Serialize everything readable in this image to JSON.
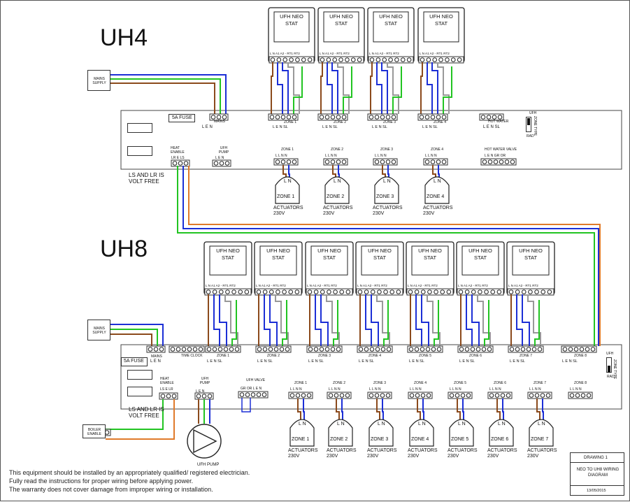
{
  "uh4": {
    "title": "UH4",
    "fuse": "5A FUSE",
    "mains_supply": "MAINS SUPPLY",
    "mains_terminal": "MAINS",
    "mains_pins": "L   E   N",
    "heat_enable": "HEAT ENABLE",
    "heat_enable_pins": "LR   E   LS",
    "ufh_pump": "UFH PUMP",
    "ufh_pump_pins": "L   E   N",
    "ls_lr_note": "LS AND LR IS VOLT FREE",
    "hot_water": "HOT WATER",
    "hot_water_pins": "L   E   N   SL",
    "hot_water_valve": "HOT WATER VALVE",
    "hot_water_valve_pins": "L   E   N   GR   OR",
    "stat_label": "UFH NEO STAT",
    "stat_pins": "L  N  A1  A2  -  RT1 RT2",
    "zone_block_pins": "L   E   N   SL",
    "actuator_pins": "L  L  N  N",
    "actuator_ln": "L N",
    "actuators_label": "ACTUATORS 230V",
    "zones": [
      "ZONE 1",
      "ZONE 2",
      "ZONE 3",
      "ZONE 4"
    ],
    "zone_type": "ZONE TYPE",
    "ufh": "UFH",
    "rad": "RAD"
  },
  "uh8": {
    "title": "UH8",
    "fuse": "5A FUSE",
    "mains_supply": "MAINS SUPPLY",
    "mains_terminal": "MAINS",
    "mains_pins": "L   E   N",
    "timeclock": "TIME CLOCK",
    "heat_enable": "HEAT ENABLE",
    "heat_enable_pins": "LS   E   LR",
    "ufh_pump": "UFH PUMP",
    "ufh_pump_pins": "L   E   N",
    "ufh_valve": "UFH VALVE",
    "ufh_valve_pins": "GR  OR  L  E  N",
    "ls_lr_note": "LS AND LR IS VOLT FREE",
    "boiler_enable": "BOILER ENABLE",
    "ufh_pump_symbol": "UFH PUMP",
    "stat_label": "UFH NEO STAT",
    "stat_pins": "L  N  A1  A2  -  RT1 RT2",
    "zone_block_pins": "L   E   N   SL",
    "actuator_pins": "L  L  N  N",
    "actuator_ln": "L N",
    "actuators_label": "ACTUATORS 230V",
    "zones": [
      "ZONE 1",
      "ZONE 2",
      "ZONE 3",
      "ZONE 4",
      "ZONE 5",
      "ZONE 6",
      "ZONE 7",
      "ZONE 8"
    ],
    "zone_type": "ZONE TYPE",
    "ufh": "UFH",
    "rad": "RAD"
  },
  "footer": {
    "line1": "This equipment should be installed by an appropriately qualified/ registered electrician.",
    "line2": "Fully read the instructions for proper wiring before applying power.",
    "line3": "The warranty does not cover damage from improper wiring or installation."
  },
  "title_block": {
    "drawing": "DRAWING 1",
    "name": "NEO TO UH8 WIRING DIAGRAM",
    "date": "13/05/2015"
  },
  "colors": {
    "brown": "#8B4A1C",
    "blue": "#1C2FD6",
    "green": "#22C422",
    "grey": "#999999",
    "orange": "#E07A2A"
  }
}
